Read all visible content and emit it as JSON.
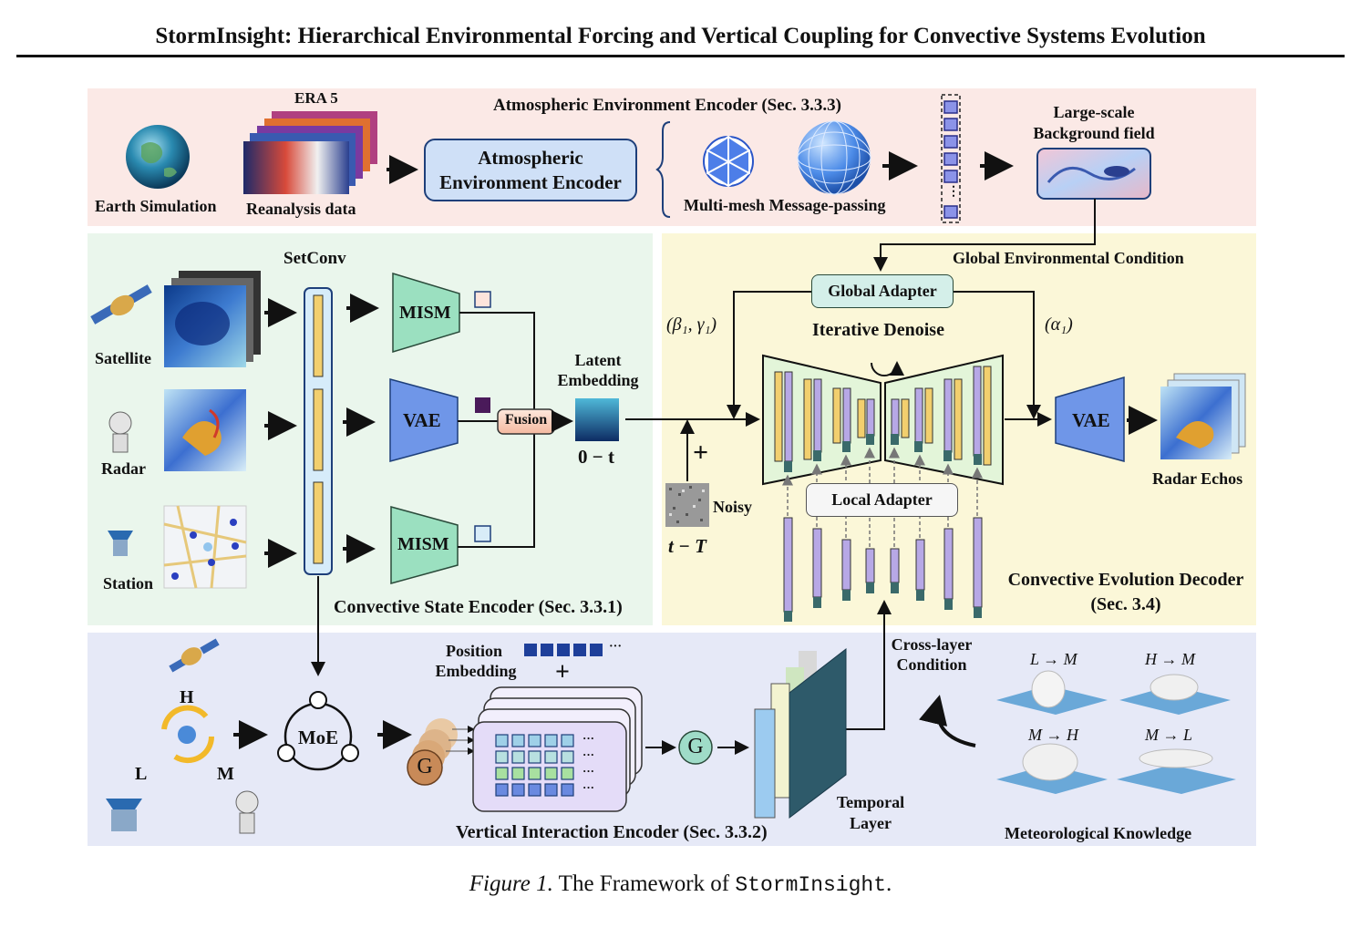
{
  "title": "StormInsight: Hierarchical Environmental Forcing and Vertical Coupling for Convective Systems Evolution",
  "top_panel": {
    "earth_label": "Earth Simulation",
    "era5_label": "ERA 5",
    "reanalysis_label": "Reanalysis data",
    "section_title": "Atmospheric Environment Encoder (Sec. 3.3.3)",
    "encoder_box": "Atmospheric Environment Encoder",
    "multimesh_label": "Multi-mesh Message-passing",
    "background_label_1": "Large-scale",
    "background_label_2": "Background field",
    "ellipsis": "⋮"
  },
  "middle_left": {
    "setconv_label": "SetConv",
    "satellite_label": "Satellite",
    "radar_label": "Radar",
    "station_label": "Station",
    "mism_top": "MISM",
    "vae_mid": "VAE",
    "mism_bottom": "MISM",
    "fusion_label": "Fusion",
    "latent_label_1": "Latent",
    "latent_label_2": "Embedding",
    "latent_range": "0 − t",
    "section_title": "Convective State Encoder (Sec. 3.3.1)"
  },
  "middle_right": {
    "global_condition": "Global Environmental Condition",
    "global_adapter": "Global Adapter",
    "beta_gamma": "(β₁, γ₁)",
    "alpha": "(α₁)",
    "iterative_denoise": "Iterative Denoise",
    "local_adapter": "Local Adapter",
    "noisy_label": "Noisy",
    "noisy_range": "t − T",
    "plus": "+",
    "vae_label": "VAE",
    "radar_echos": "Radar Echos",
    "section_title_1": "Convective Evolution Decoder",
    "section_title_2": "(Sec. 3.4)"
  },
  "bottom": {
    "h_label": "H",
    "l_label": "L",
    "m_label": "M",
    "moe_label": "MoE",
    "position_label_1": "Position",
    "position_label_2": "Embedding",
    "plus": "+",
    "dots": "···",
    "g_label": "G",
    "cross_layer_1": "Cross-layer",
    "cross_layer_2": "Condition",
    "temporal_1": "Temporal",
    "temporal_2": "Layer",
    "section_title": "Vertical Interaction Encoder (Sec. 3.3.2)",
    "knowledge_title": "Meteorological Knowledge",
    "transitions": [
      "L → M",
      "H → M",
      "M → H",
      "M → L"
    ]
  },
  "caption": {
    "figure_label": "Figure 1.",
    "text": "The Framework of",
    "name": "StormInsight",
    "end": "."
  },
  "colors": {
    "top_bg": "#fbe9e6",
    "left_bg": "#eaf6ec",
    "right_bg": "#fbf7d8",
    "bottom_bg": "#e6e9f7",
    "mism": "#9be0c0",
    "vae": "#6f96e8",
    "bar_yellow": "#f2cf6e",
    "bar_purple": "#b7a8e6"
  }
}
